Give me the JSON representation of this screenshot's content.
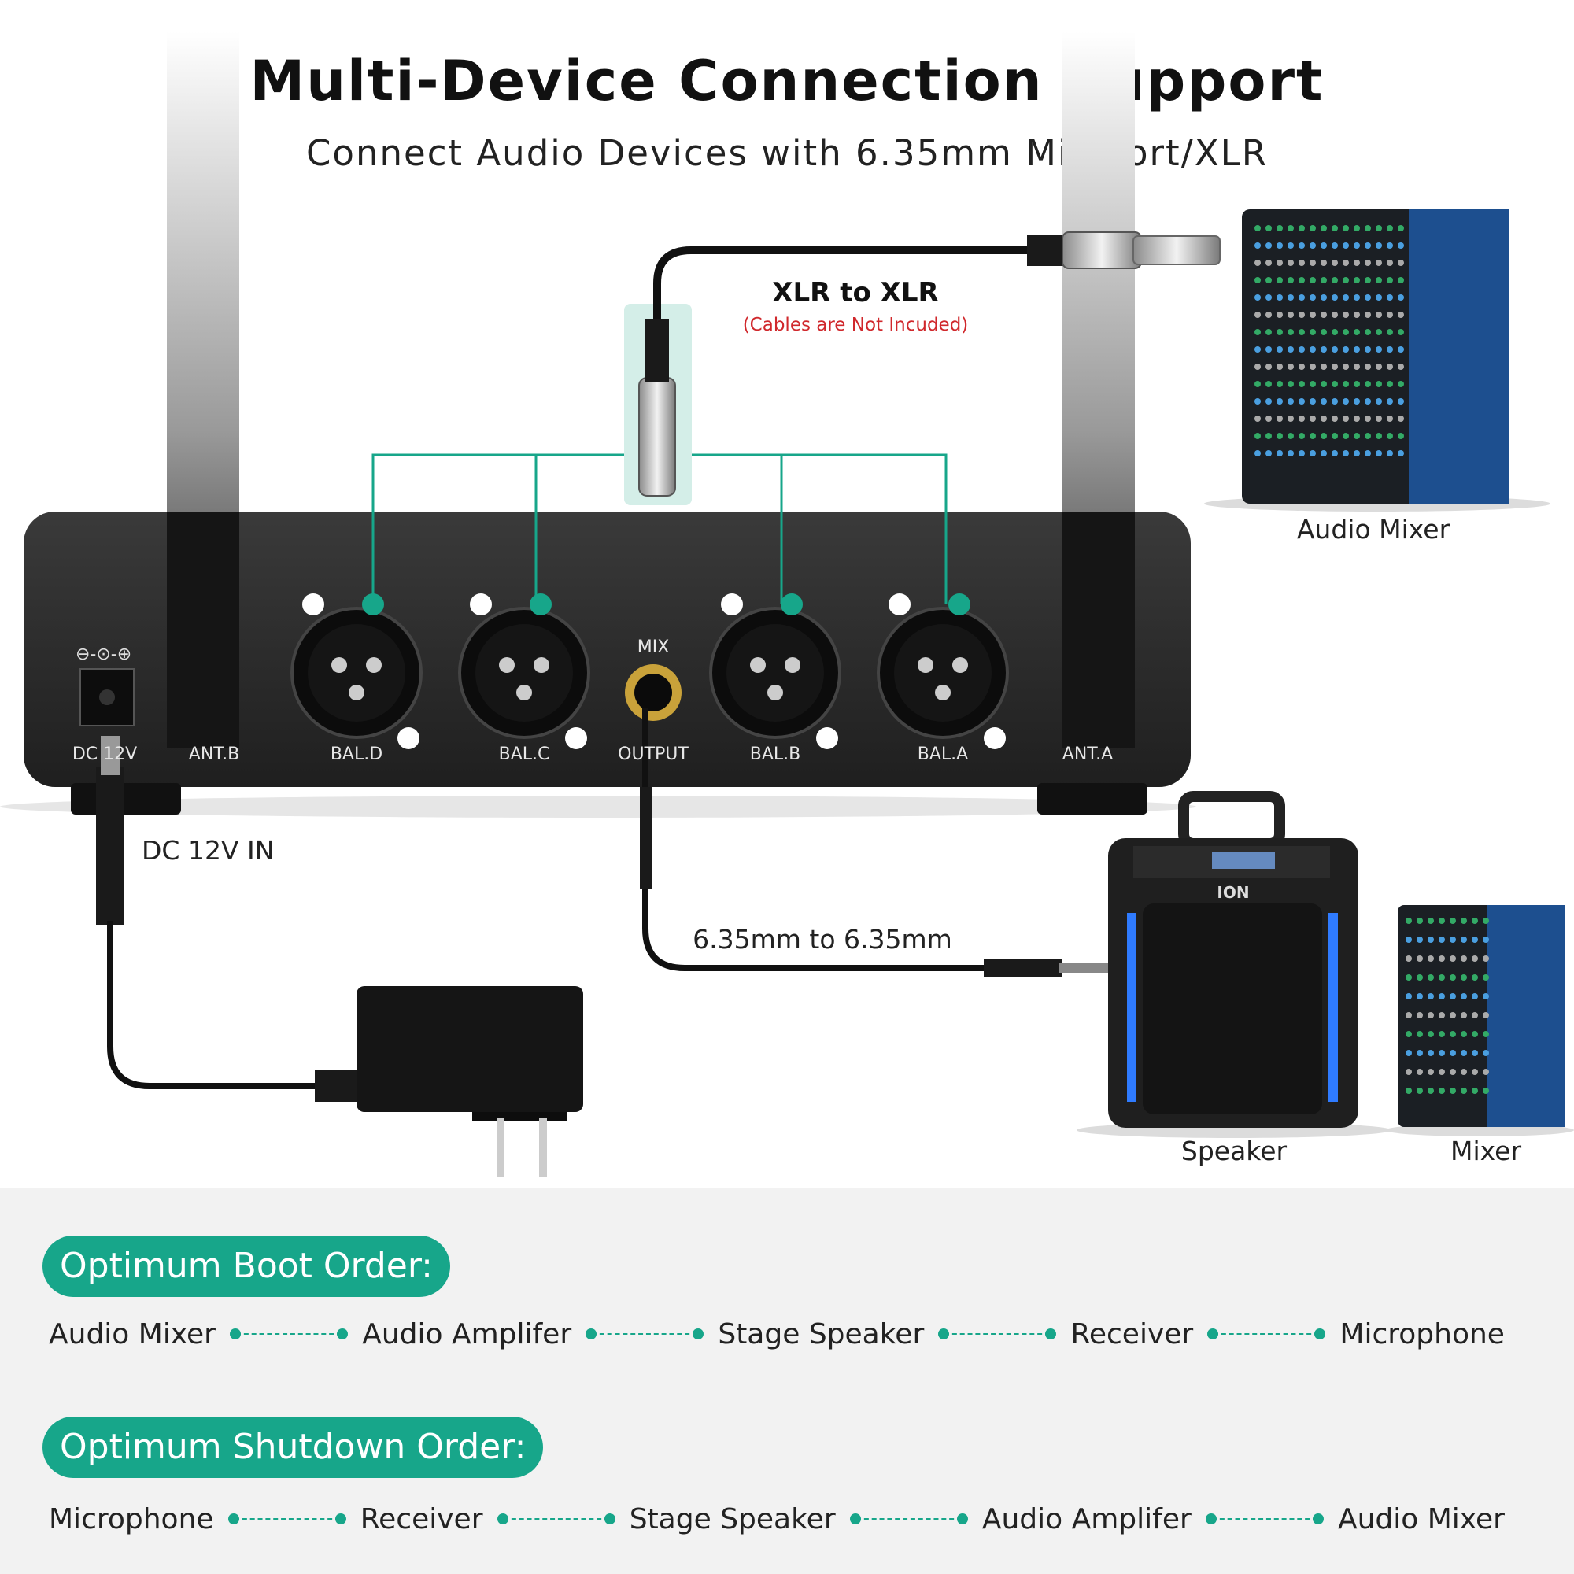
{
  "header": {
    "title": "Multi-Device Connection Support",
    "subtitle": "Connect Audio Devices with 6.35mm Mix Port/XLR"
  },
  "cable_xlr": {
    "title": "XLR to XLR",
    "note": "(Cables are Not Incuded)"
  },
  "cable_jack": {
    "label": "6.35mm to 6.35mm"
  },
  "power": {
    "label": "DC 12V IN"
  },
  "receiver_ports": [
    "DC 12V",
    "ANT.B",
    "BAL.D",
    "BAL.C",
    "MIX",
    "OUTPUT",
    "BAL.B",
    "BAL.A",
    "ANT.A"
  ],
  "devices": {
    "mixer_large": "Audio Mixer",
    "speaker": "Speaker",
    "mixer_small": "Mixer",
    "speaker_brand": "ION"
  },
  "boot": {
    "label": "Optimum Boot Order:",
    "steps": [
      "Audio Mixer",
      "Audio Amplifer",
      "Stage Speaker",
      "Receiver",
      "Microphone"
    ]
  },
  "shutdown": {
    "label": "Optimum Shutdown Order:",
    "steps": [
      "Microphone",
      "Receiver",
      "Stage Speaker",
      "Audio Amplifer",
      "Audio Mixer"
    ]
  },
  "colors": {
    "accent": "#17a68a",
    "note_red": "#d0282c",
    "device_dark": "#2b2b2b",
    "led_blue": "#2f7bff"
  }
}
